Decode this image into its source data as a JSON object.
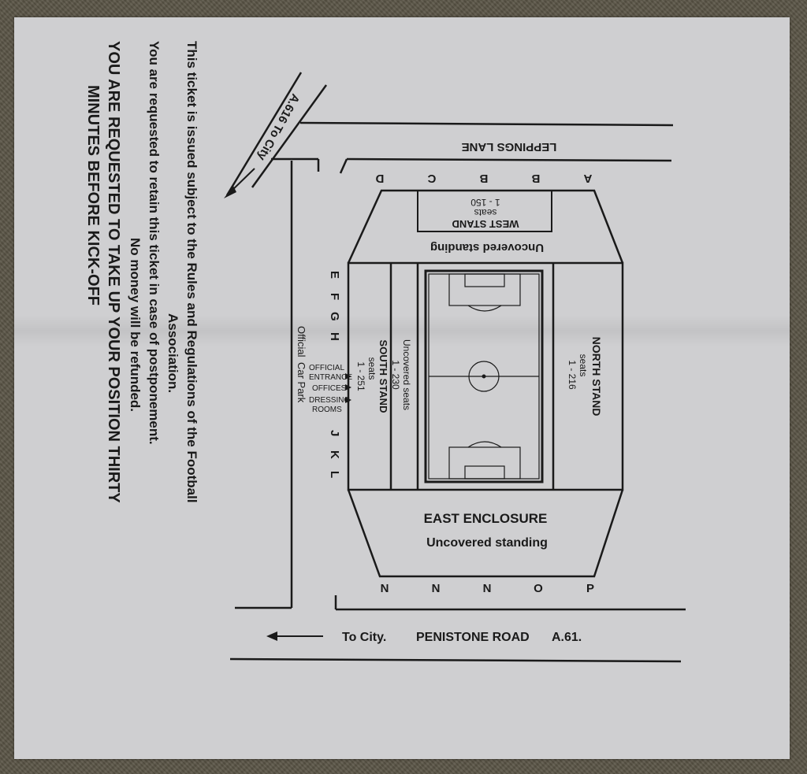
{
  "conditions": {
    "line1": "This ticket is issued subject to the Rules and Regulations of the Football",
    "line2": "Association.",
    "line3": "You are requested to retain this ticket in case of postponement.",
    "line4": "No money will be refunded.",
    "line5": "YOU ARE REQUESTED TO TAKE UP YOUR POSITION THIRTY",
    "line6": "MINUTES BEFORE KICK-OFF"
  },
  "roads": {
    "leppings": "LEPPINGS LANE",
    "a616": "A.616 To City",
    "to_city": "To City.",
    "penistone": "PENISTONE ROAD",
    "a61": "A.61."
  },
  "gates": {
    "west": [
      "A",
      "B",
      "B",
      "C",
      "D"
    ],
    "south": [
      "E",
      "F",
      "G",
      "H",
      "J",
      "K",
      "L"
    ],
    "east": [
      "N",
      "N",
      "N",
      "O",
      "P"
    ]
  },
  "stands": {
    "west_name": "WEST STAND",
    "west_seats": "seats",
    "west_range": "1 - 150",
    "west_standing": "Uncovered standing",
    "north_name": "NORTH STAND",
    "north_seats": "seats",
    "north_range": "1 - 216",
    "south_name": "SOUTH STAND",
    "south_seats": "seats",
    "south_range": "1 - 251",
    "south_uncovered": "Uncovered seats",
    "south_uncovered_range": "1 - 230",
    "east_name": "EAST ENCLOSURE",
    "east_standing": "Uncovered standing"
  },
  "facilities": {
    "official": "OFFICIAL",
    "entrance": "ENTRANCE",
    "offices": "OFFICES",
    "dressing": "DRESSING",
    "rooms": "ROOMS",
    "car_park_1": "Official",
    "car_park_2": "Car Park"
  },
  "ink_color": "#1a1a1a",
  "paper_color": "#cfcfd1"
}
